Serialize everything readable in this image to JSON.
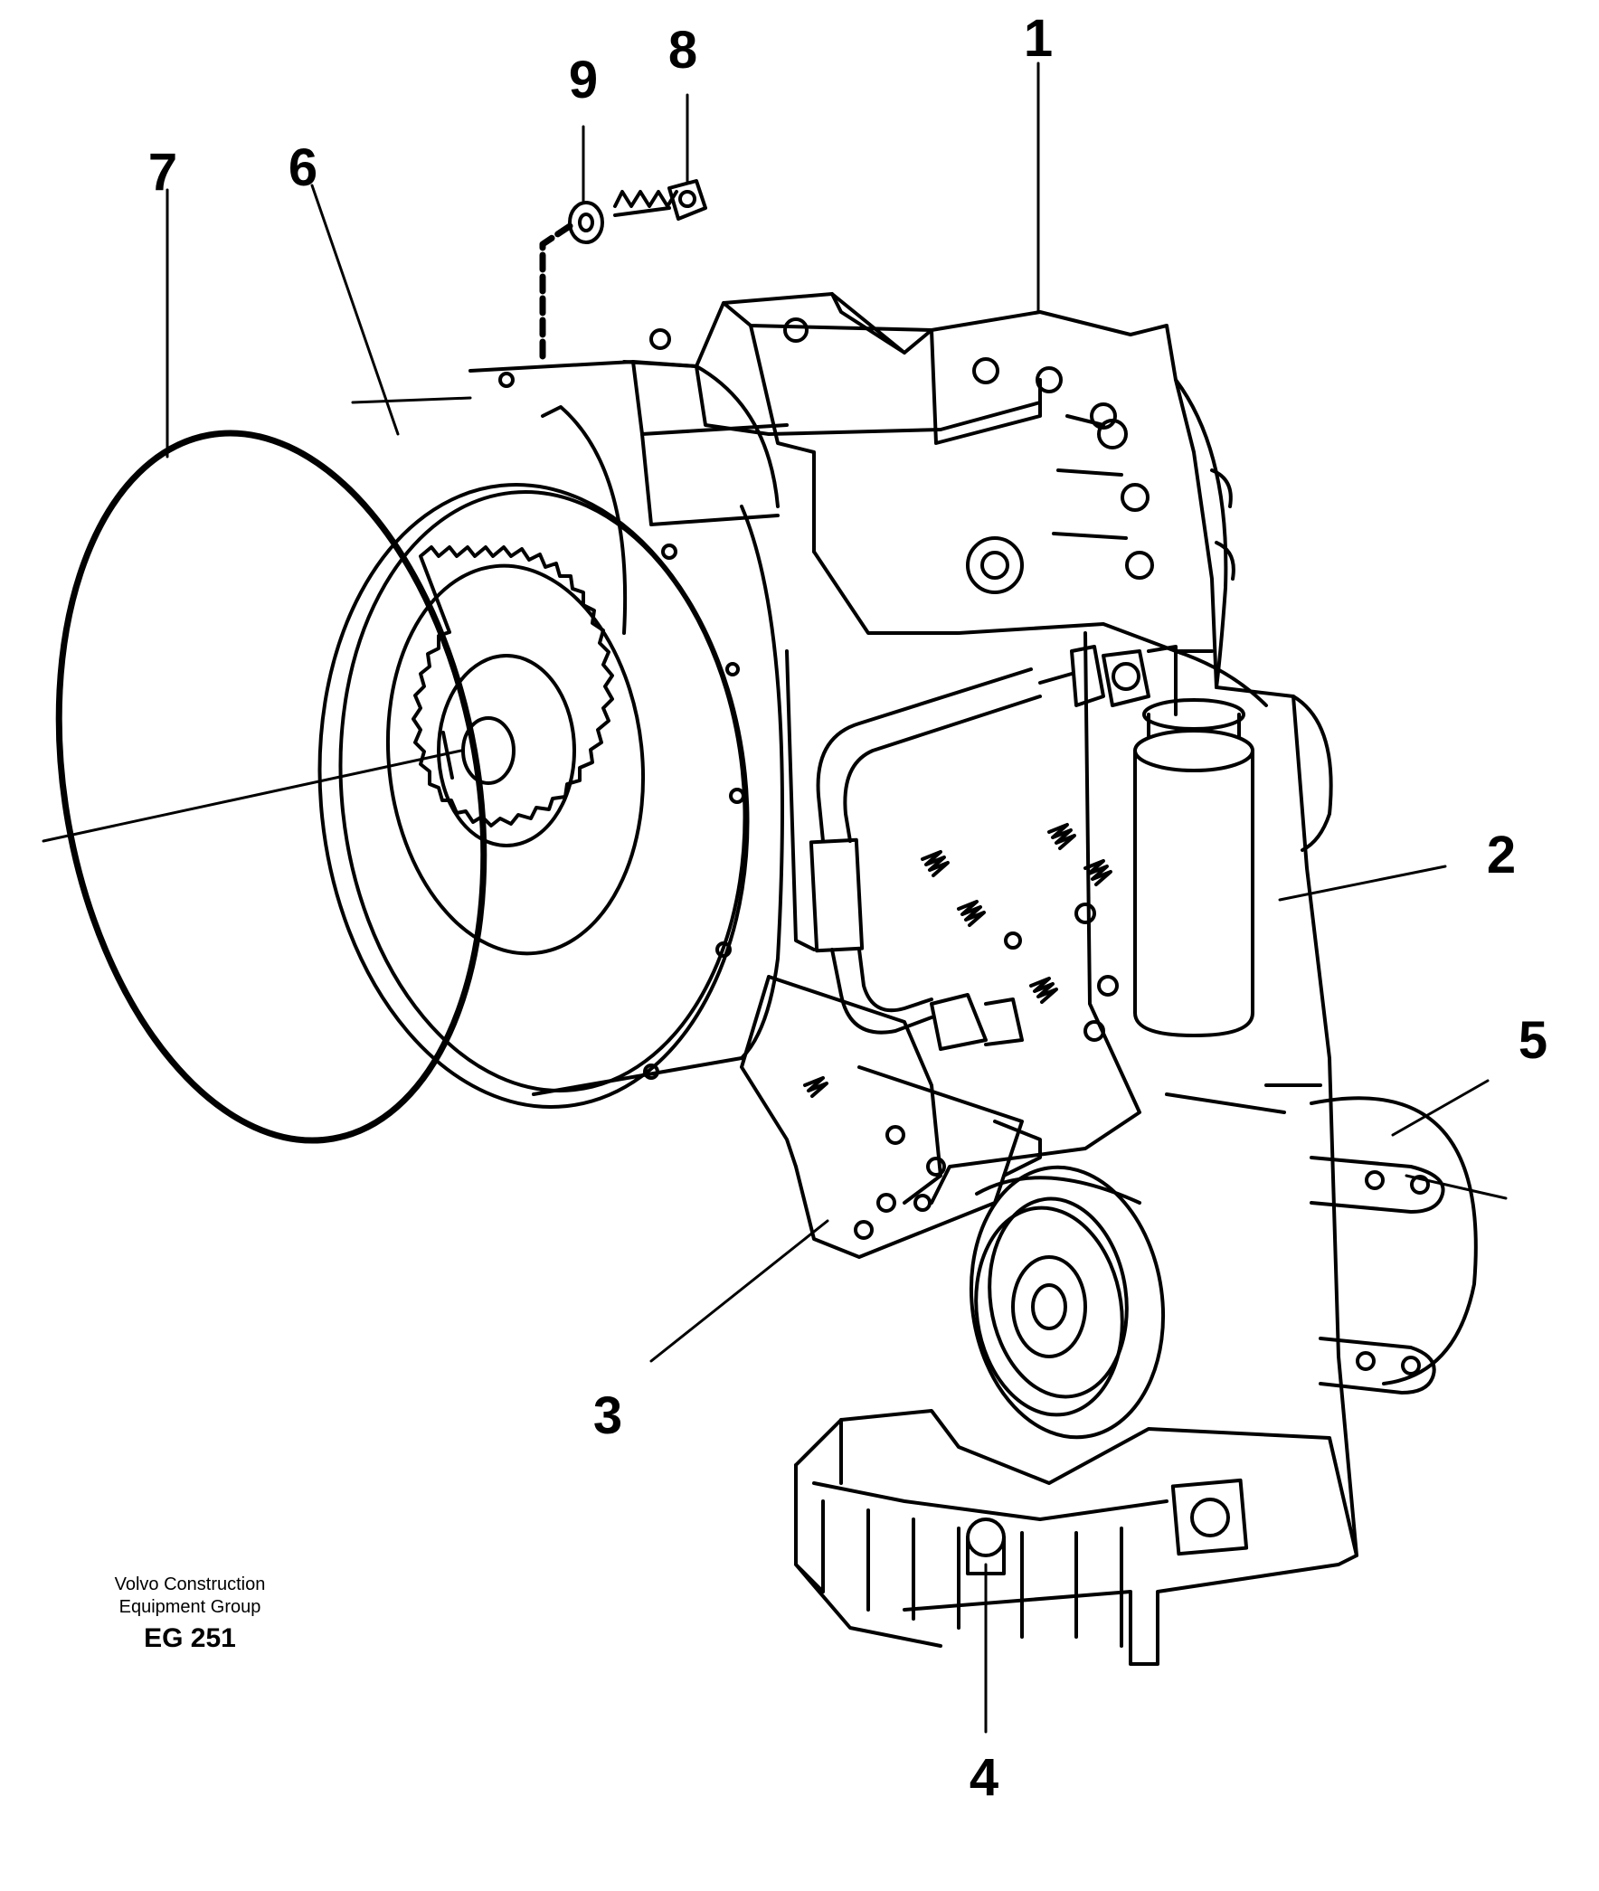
{
  "callouts": [
    "1",
    "2",
    "3",
    "4",
    "5",
    "6",
    "7",
    "8",
    "9"
  ],
  "caption": {
    "line1": "Volvo Construction",
    "line2": "Equipment Group",
    "code": "EG 251"
  }
}
